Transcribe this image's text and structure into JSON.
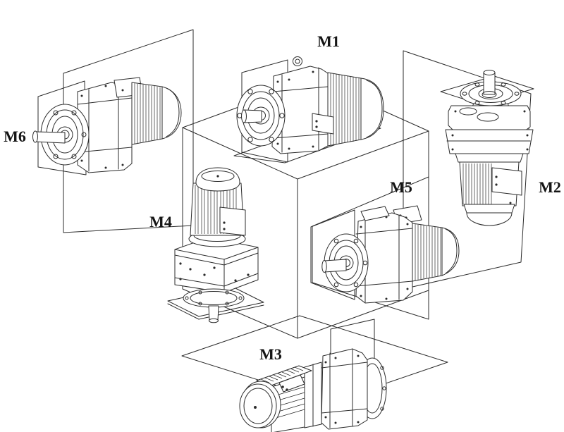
{
  "figure": {
    "background_color": "#ffffff",
    "line_color": "#2b2b2b",
    "label_color": "#141414",
    "labels": {
      "m1": "M1",
      "m2": "M2",
      "m3": "M3",
      "m4": "M4",
      "m5": "M5",
      "m6": "M6"
    }
  }
}
